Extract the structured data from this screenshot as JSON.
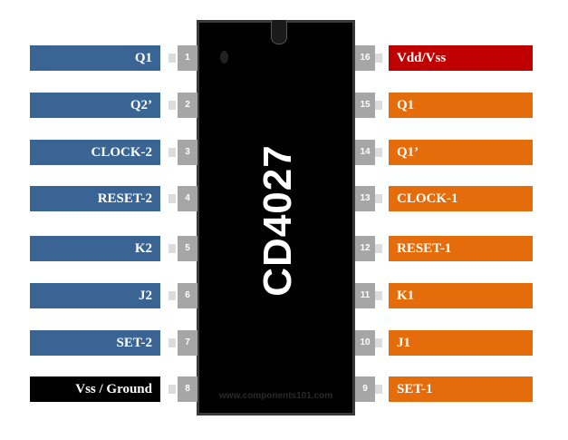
{
  "chip": {
    "name": "CD4027",
    "watermark": "www.components101.com"
  },
  "colors": {
    "left_label": "#3a6494",
    "right_label": "#e46c0a",
    "power_label": "#c00000",
    "ground_label": "#000000",
    "pin_box": "#a6a6a6",
    "chip_body": "#000000"
  },
  "left_pins": [
    {
      "number": "1",
      "label": "Q1",
      "kind": "signal"
    },
    {
      "number": "2",
      "label": "Q2’",
      "kind": "signal"
    },
    {
      "number": "3",
      "label": "CLOCK-2",
      "kind": "signal"
    },
    {
      "number": "4",
      "label": "RESET-2",
      "kind": "signal"
    },
    {
      "number": "5",
      "label": "K2",
      "kind": "signal"
    },
    {
      "number": "6",
      "label": "J2",
      "kind": "signal"
    },
    {
      "number": "7",
      "label": "SET-2",
      "kind": "signal"
    },
    {
      "number": "8",
      "label": "Vss / Ground",
      "kind": "ground"
    }
  ],
  "right_pins": [
    {
      "number": "16",
      "label": "Vdd/Vss",
      "kind": "power"
    },
    {
      "number": "15",
      "label": "Q1",
      "kind": "signal"
    },
    {
      "number": "14",
      "label": "Q1’",
      "kind": "signal"
    },
    {
      "number": "13",
      "label": "CLOCK-1",
      "kind": "signal"
    },
    {
      "number": "12",
      "label": "RESET-1",
      "kind": "signal"
    },
    {
      "number": "11",
      "label": "K1",
      "kind": "signal"
    },
    {
      "number": "10",
      "label": "J1",
      "kind": "signal"
    },
    {
      "number": "9",
      "label": "SET-1",
      "kind": "signal"
    }
  ]
}
